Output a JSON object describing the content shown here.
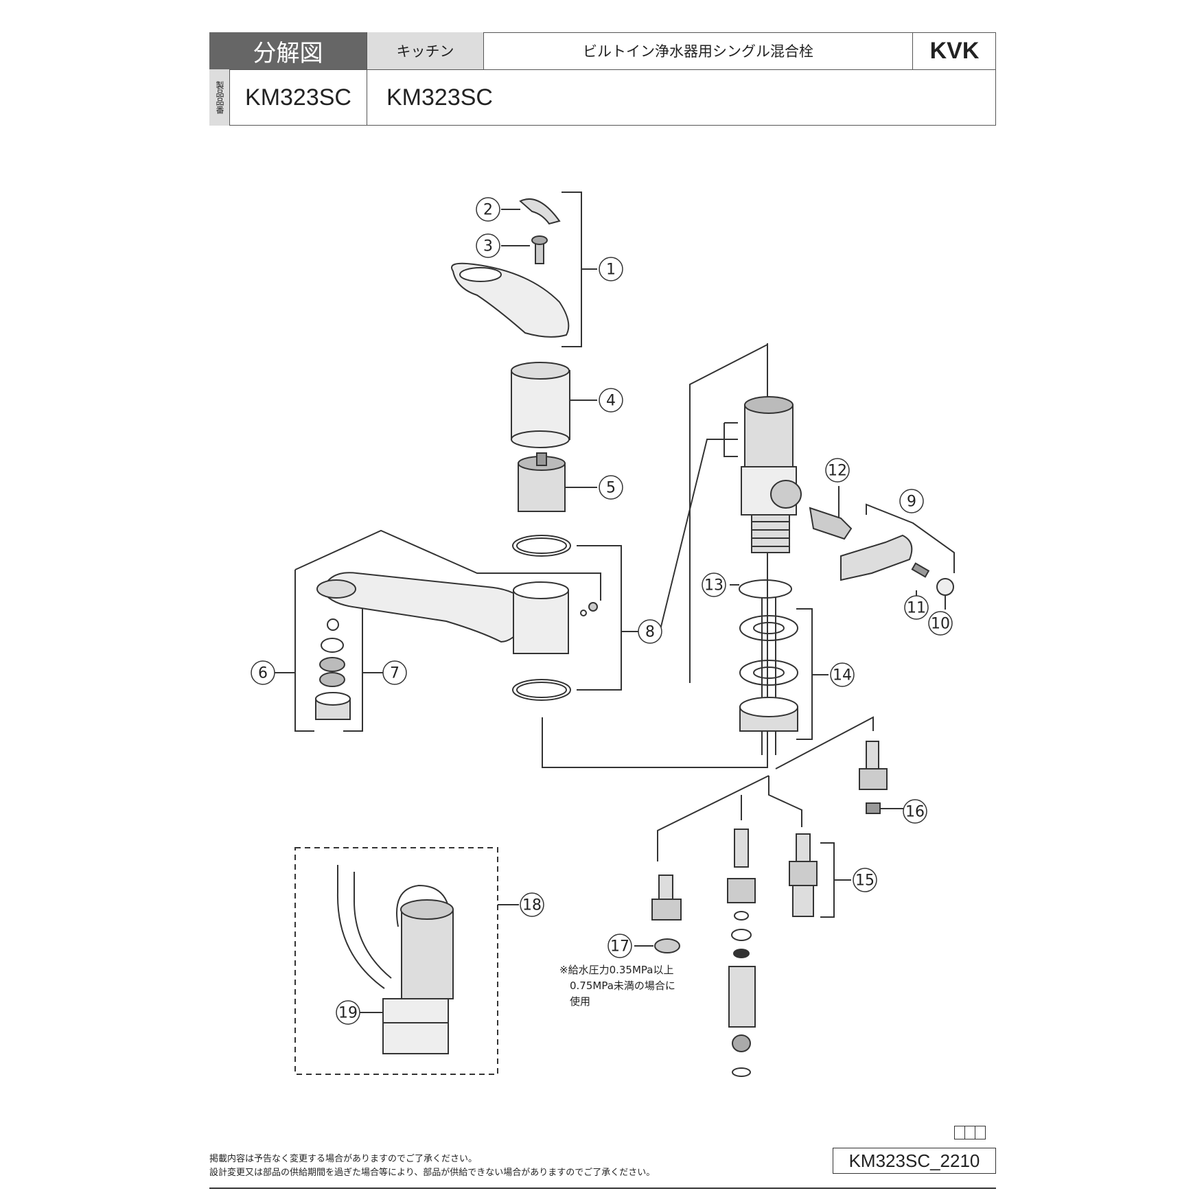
{
  "header": {
    "doc_type": "分解図",
    "category": "キッチン",
    "product_name": "ビルトイン浄水器用シングル混合栓",
    "brand": "KVK",
    "code_label": "製品品番",
    "product_code": "KM323SC",
    "product_code_2": "KM323SC"
  },
  "diagram": {
    "part_numbers": [
      "1",
      "2",
      "3",
      "4",
      "5",
      "6",
      "7",
      "8",
      "9",
      "10",
      "11",
      "12",
      "13",
      "14",
      "15",
      "16",
      "17",
      "18",
      "19"
    ],
    "note_lines": [
      "※給水圧力0.35MPa以上",
      "0.75MPa未満の場合に",
      "使用"
    ]
  },
  "footer": {
    "disclaimer_1": "掲載内容は予告なく変更する場合がありますのでご了承ください。",
    "disclaimer_2": "設計変更又は部品の供給期間を過ぎた場合等により、部品が供給できない場合がありますのでご了承ください。",
    "doc_code": "KM323SC_2210"
  }
}
